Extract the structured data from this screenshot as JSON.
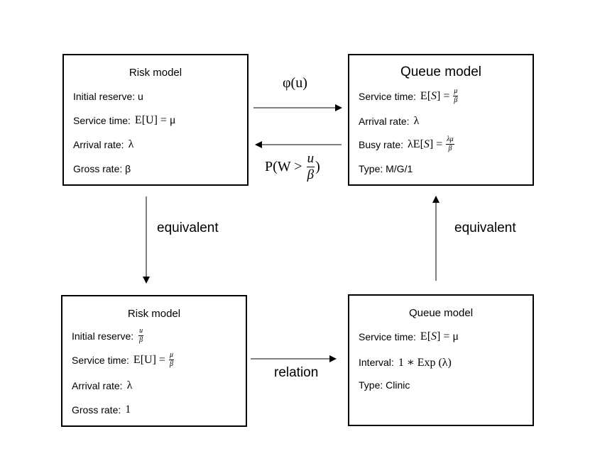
{
  "boxes": {
    "risk_top": {
      "title": "Risk model",
      "rows": [
        {
          "label": "Initial reserve: u"
        },
        {
          "label": "Service time:",
          "math": "E[U] = μ"
        },
        {
          "label": "Arrival rate:",
          "math": "λ"
        },
        {
          "label": "Gross rate: β"
        }
      ]
    },
    "queue_top": {
      "title": "Queue model",
      "rows": [
        {
          "label": "Service time:",
          "math_prefix": "E[",
          "math_var": "S",
          "math_suffix": "] =",
          "frac_num": "μ",
          "frac_den": "β"
        },
        {
          "label": "Arrival rate:",
          "math": "λ"
        },
        {
          "label": "Busy rate:",
          "math_prefix": "λE[",
          "math_var": "S",
          "math_suffix": "] =",
          "frac_num": "λμ",
          "frac_den": "β"
        },
        {
          "label": "Type: M/G/1"
        }
      ]
    },
    "risk_bottom": {
      "title": "Risk model",
      "rows": [
        {
          "label": "Initial reserve:",
          "frac_num": "u",
          "frac_den": "β"
        },
        {
          "label": "Service time:",
          "math": "E[U] =",
          "frac_num": "μ",
          "frac_den": "β"
        },
        {
          "label": "Arrival rate:",
          "math": "λ"
        },
        {
          "label": "Gross rate:",
          "math": "1"
        }
      ]
    },
    "queue_bottom": {
      "title": "Queue model",
      "rows": [
        {
          "label": "Service time:",
          "math_prefix": "E[",
          "math_var": "S",
          "math_suffix": "] = μ"
        },
        {
          "label": "Interval:",
          "math": "1 ∗ Exp (λ)"
        },
        {
          "label": "Type: Clinic"
        }
      ]
    }
  },
  "edges": {
    "top_forward": "φ(u)",
    "top_backward_prefix": "P(W >",
    "top_backward_num": "u",
    "top_backward_den": "β",
    "top_backward_suffix": ")",
    "left_down": "equivalent",
    "right_up": "equivalent",
    "bottom_forward": "relation"
  }
}
